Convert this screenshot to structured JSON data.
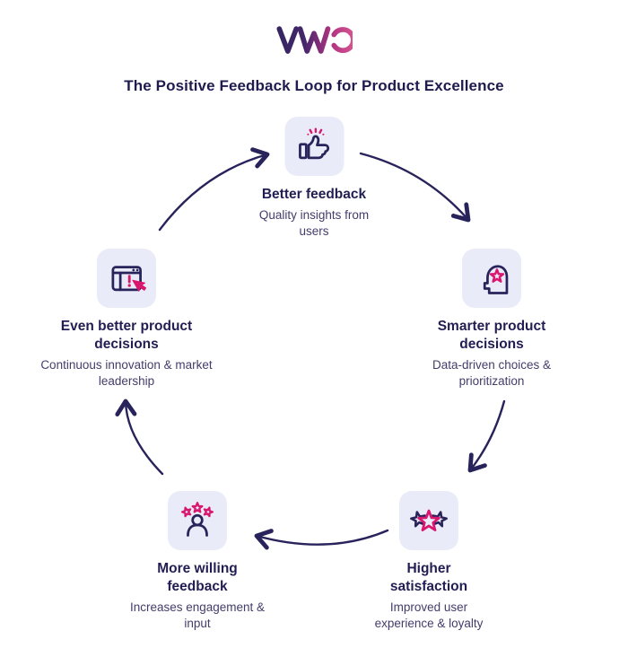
{
  "brand": {
    "name": "VWO",
    "logo_icon": "vwo-logo",
    "colors": {
      "indigo": "#34255f",
      "magenta": "#cf4387"
    }
  },
  "header": {
    "title": "The Positive Feedback Loop for Product Excellence"
  },
  "diagram": {
    "type": "circular-feedback-loop",
    "flow_direction": "clockwise",
    "colors": {
      "navy": "#28235a",
      "pink": "#d9176e",
      "icon_bg": "#e9ecf8",
      "title_text": "#221d52",
      "desc_text": "#433d6b"
    },
    "nodes": [
      {
        "id": "better-feedback",
        "position": "top",
        "icon": "thumbs-up-icon",
        "title": "Better feedback",
        "description": "Quality insights from users"
      },
      {
        "id": "smarter-product-decisions",
        "position": "right",
        "icon": "head-star-icon",
        "title": "Smarter product decisions",
        "description": "Data-driven choices & prioritization"
      },
      {
        "id": "higher-satisfaction",
        "position": "bottom-right",
        "icon": "three-stars-icon",
        "title": "Higher satisfaction",
        "description": "Improved user experience & loyalty"
      },
      {
        "id": "more-willing-feedback",
        "position": "bottom-left",
        "icon": "person-stars-icon",
        "title": "More willing feedback",
        "description": "Increases engagement & input"
      },
      {
        "id": "even-better-product-decisions",
        "position": "left",
        "icon": "browser-alert-cursor-icon",
        "title": "Even better product decisions",
        "description": "Continuous innovation & market leadership"
      }
    ],
    "connections": [
      {
        "from": "better-feedback",
        "to": "smarter-product-decisions"
      },
      {
        "from": "smarter-product-decisions",
        "to": "higher-satisfaction"
      },
      {
        "from": "higher-satisfaction",
        "to": "more-willing-feedback"
      },
      {
        "from": "more-willing-feedback",
        "to": "even-better-product-decisions"
      },
      {
        "from": "even-better-product-decisions",
        "to": "better-feedback"
      }
    ]
  }
}
